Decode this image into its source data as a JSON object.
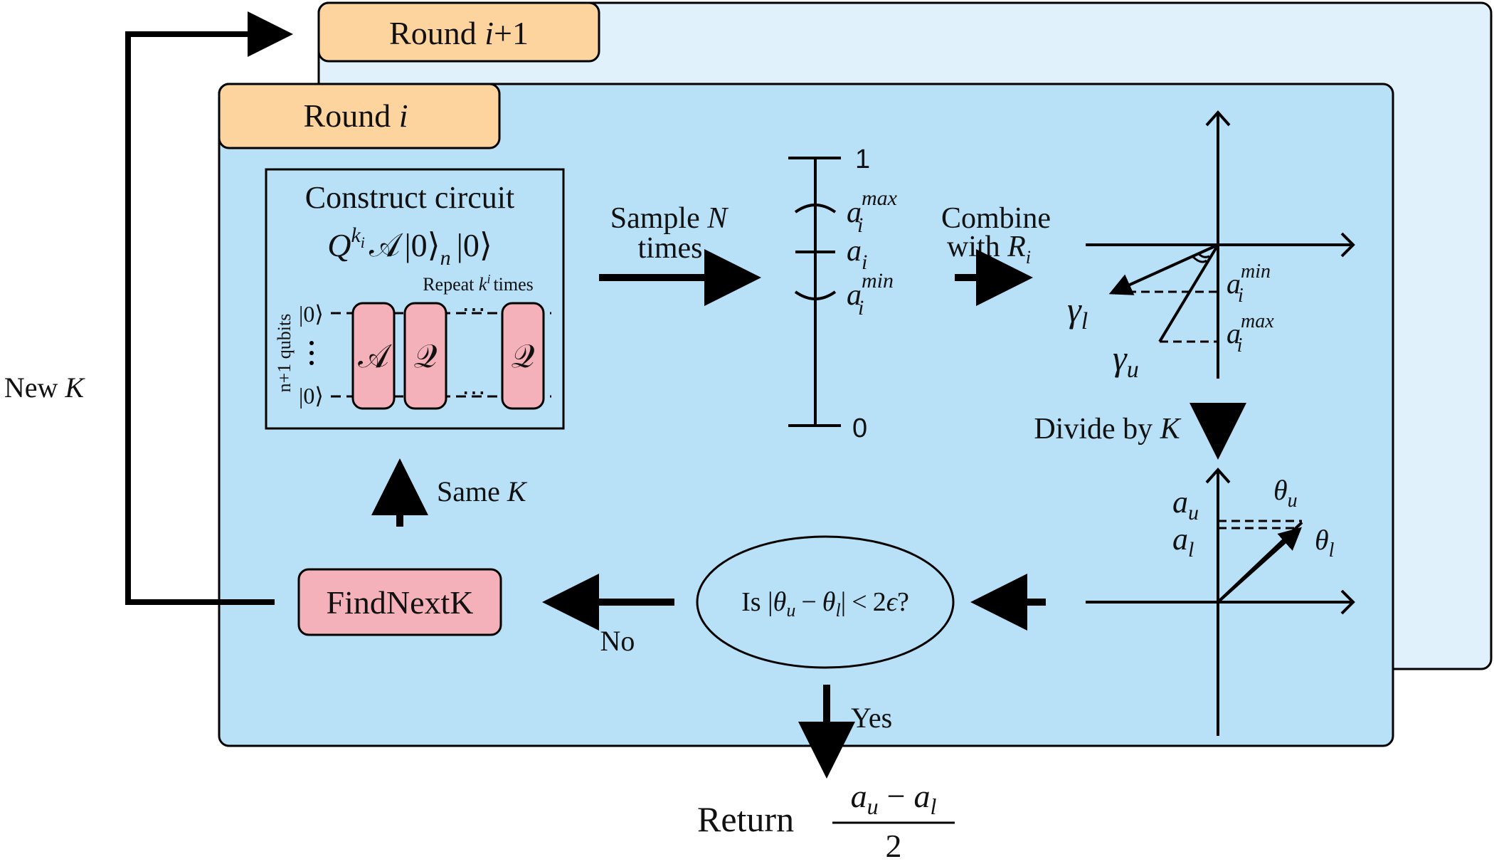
{
  "colors": {
    "panel_main": "#b8e0f7",
    "panel_back": "#e0f1fb",
    "tab": "#fdd49e",
    "gate": "#f4b1b9",
    "stroke": "#000000"
  },
  "round_next": {
    "prefix": "Round",
    "var": "i",
    "suffix": "+1"
  },
  "round_current": {
    "prefix": "Round",
    "var": "i"
  },
  "construct": {
    "title": "Construct circuit",
    "formula": {
      "Q": "Q",
      "exp": "k",
      "exp_sub": "i",
      "A": "𝒜",
      "ket0": "|0⟩",
      "sub_n": "n",
      "ket0b": "|0⟩"
    },
    "repeat": {
      "prefix": "Repeat",
      "var": "k",
      "sup": "i",
      "suffix": "times"
    },
    "qubits_label": "n+1 qubits",
    "ket_top": "|0⟩",
    "ket_bottom": "|0⟩",
    "gates": [
      "𝒜",
      "𝒬",
      "𝒬"
    ]
  },
  "sample": {
    "line1_prefix": "Sample",
    "line1_var": "N",
    "line2": "times"
  },
  "scale": {
    "top": "1",
    "bottom": "0",
    "amax": {
      "base": "a",
      "sub": "i",
      "sup": "max"
    },
    "ai": {
      "base": "a",
      "sub": "i"
    },
    "amin": {
      "base": "a",
      "sub": "i",
      "sup": "min"
    }
  },
  "combine": {
    "line1": "Combine",
    "line2_prefix": "with",
    "line2_var": "R",
    "line2_sub": "i"
  },
  "plot_top": {
    "gamma_l": {
      "base": "γ",
      "sub": "l"
    },
    "gamma_u": {
      "base": "γ",
      "sub": "u"
    },
    "amin": {
      "base": "a",
      "sub": "i",
      "sup": "min"
    },
    "amax": {
      "base": "a",
      "sub": "i",
      "sup": "max"
    }
  },
  "divide": {
    "prefix": "Divide by",
    "var": "K"
  },
  "plot_bottom": {
    "a_u": {
      "base": "a",
      "sub": "u"
    },
    "a_l": {
      "base": "a",
      "sub": "l"
    },
    "theta_u": {
      "base": "θ",
      "sub": "u"
    },
    "theta_l": {
      "base": "θ",
      "sub": "l"
    }
  },
  "decision": {
    "is": "Is",
    "abs_open": "|",
    "t1": "θ",
    "s1": "u",
    "minus": "−",
    "t2": "θ",
    "s2": "l",
    "abs_close": "|",
    "lt": "<",
    "two": "2",
    "eps": "ϵ",
    "q": "?"
  },
  "labels": {
    "same_k_prefix": "Same",
    "same_k_var": "K",
    "new_k_prefix": "New",
    "new_k_var": "K",
    "no": "No",
    "yes": "Yes"
  },
  "findnext": "FindNextK",
  "result": {
    "word": "Return",
    "num_a1": "a",
    "num_s1": "u",
    "num_minus": "−",
    "num_a2": "a",
    "num_s2": "l",
    "den": "2"
  }
}
